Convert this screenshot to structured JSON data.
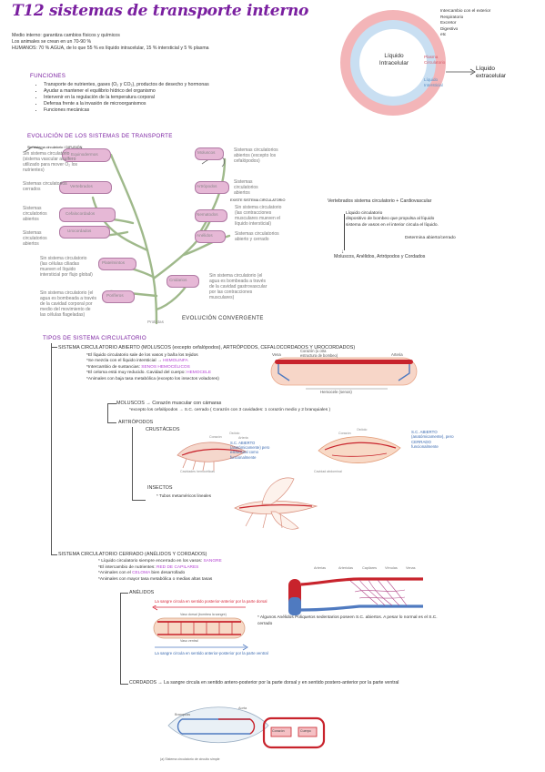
{
  "header": {
    "title": "T12 sistemas de transporte interno",
    "lines": [
      "Medio interno: garantiza cambios físicos y químicos",
      "Los animales se crean en un 70-90 %",
      "HUMANOS: 70 % AGUA, de lo que 55 % es líquido intracelular, 15 % intersticial y 5 % plasma"
    ]
  },
  "cell_diagram": {
    "inner_label": "Líquido\nIntracelular",
    "plasma_label": "Plasma\nCirculatorio",
    "interstitial_label": "Líquido\nIntersticial",
    "exchange_list": [
      "Intercambio con el exterior",
      "Respiratorio",
      "Excretor",
      "Digestivo",
      "etc"
    ],
    "extra_label": "Líquido\nextracelular",
    "colors": {
      "outer": "#f3b5b8",
      "middle": "#c9dff2",
      "inner": "#ffffff"
    }
  },
  "funciones": {
    "title": "FUNCIONES",
    "items": [
      "Transporte de nutrientes, gases (O₂ y CO₂), productos de desecho y hormonas",
      "Ayudar a mantener el equilibrio hídrico del organismo",
      "Intervenir en la regulación de la temperatura corporal",
      "Defensa frente a la invasión de microorganismos",
      "Funciones mecánicas"
    ]
  },
  "evolucion": {
    "title": "EVOLUCIÓN DE LOS SISTEMAS DE TRANSPORTE",
    "note_left": "Sin sistema circulatorio / DIFUSIÓN",
    "note_right": "EXISTE SISTEMA CIRCULATORIO",
    "convergente": "EVOLUCIÓN CONVERGENTE",
    "root": "Protistas",
    "groups": [
      "Equinodermos",
      "Vertebrados",
      "Cefalocordados",
      "Urocordados",
      "Moluscos",
      "Artrópodos",
      "Nematodos",
      "Anélidos",
      "Platelmintos",
      "Poríferos",
      "Cnidarios"
    ],
    "descriptions": [
      "Sin sistema circulatorio\n(sistema vascular acuífero\nutilizado para mover O₂ los\nnutrientes)",
      "Sistemas circulatorios\ncerrados",
      "Sistemas\ncirculatorios\nabiertos",
      "Sistemas\ncirculatorios\nabiertos",
      "Sin sistema circulatorio\n(las células ciliadas\nmueven el líquido\nintersticial por flujo global)",
      "Sin sistema circulatorio (el\nagua es bombeada a través\nde la cavidad corporal por\nmedio del movimiento de\nlas células flageladas)",
      "Sistemas circulatorios\nabiertos (excepto los\ncefalópodos)",
      "Sistemas\ncirculatorios\nabiertos",
      "Sin sistema circulatorio\n(las contracciones\nmusculares mueven el\nlíquido intersticial)",
      "Sistemas circulatorios\nabierto y cerrado",
      "Sin sistema circulatorio (el\nagua es bombeada a través\nde la cavidad gastrovascular\npor las contracciones\nmusculares)"
    ],
    "side_title": "Vertebrados sistema circulatorio + Cardiovascular",
    "side_items": [
      "Líquido circulatorio",
      "dispositivo de bombeo que propulsa al líquido",
      "sistema de vasos en el interior circula el líquido."
    ],
    "side_note": "Determina abierto/cerrado",
    "side_list": "Moluscos, Anélidos, Artrópodos y Cordados"
  },
  "tipos": {
    "title": "TIPOS DE SISTEMA CIRCULATORIO",
    "abierto": {
      "heading": "SISTEMA CIRCULATORIO ABIERTO (MOLUSCOS (excepto cefalópodos), ARTRÓPODOS, CEFALOCORDADOS Y UROCORDADOS)",
      "lines": [
        "*El líquido circulatorio sale de los vasos y baña los tejidos",
        "*Se mezcla con el líquido intersticial → HEMOLINFA",
        "*Intercambio de sustancias: SENOS HEMOCÉLICOS",
        "*El celoma está muy reducido. Cavidad del cuerpo: HEMOCELE",
        "*Animales con baja tasa metabólica (excepto los insectos voladores)"
      ],
      "hl1": "HEMOLINFA",
      "hl2": "SENOS HEMOCÉLICOS",
      "hl3": "HEMOCELE",
      "diagram": {
        "vena": "Vena",
        "corazon": "Corazón (u otra\nestructura de bombeo)",
        "arteria": "Arteria",
        "hemocele": "Hemocele (senos)"
      }
    },
    "moluscos": {
      "line1": "MOLUSCOS → Corazón muscular con cámaras",
      "line2": "*excepto los cefalópodos → S.C. cerrado ( Corazón con 3 cavidades: 1 corazón medio y 2 branquiales )"
    },
    "artropodos": {
      "label": "ARTRÓPODOS",
      "crustaceos": "CRUSTÁCEOS",
      "crust_note": "S.C. ABIERTO (anatómicamente), pero CERRADO funcionalmente",
      "crust_labels": [
        "Corazón",
        "Ostíolo",
        "Arteria",
        "Cavidades hemocélicas",
        "Cavidad abdominal",
        "Corazón",
        "Ostíolo"
      ],
      "insectos": "INSECTOS",
      "ins_note": "* Tubos metaméricos lineales",
      "mid_note": "S.C. ABIERTO (anatómicamente) pero estructural como funcionalmente"
    },
    "cerrado": {
      "heading": "SISTEMA CIRCULATORIO CERRADO (ANÉLIDOS Y CORDADOS)",
      "lines": [
        "* Líquido circulatorio siempre encerrado en los vasos: SANGRE",
        "*El intercambio de nutrientes: RED DE CAPILARES",
        "*Animales con el CELOMA bien desarrollado",
        "*Animales con mayor tasa metabólica o medias altas tasas"
      ],
      "hl1": "SANGRE",
      "hl2": "RED DE CAPILARES",
      "hl3": "CELOMA",
      "vessel_labels": [
        "Arterias",
        "Arteriolas",
        "Capilares",
        "Vénulas",
        "Venas"
      ]
    },
    "anelidos": {
      "label": "ANÉLIDOS",
      "flow_top": "La sangre circula en sentido posterior-anterior por la parte dorsal",
      "flow_bottom": "La sangre circula en sentido anterior-posterior por la parte ventral",
      "worm_labels": [
        "Vaso dorsal (bombea la sangre)",
        "Vaso ventral"
      ],
      "note": "* Algunos Anélidos Poliquetos sedentarios poseen S.C. abiertos. A pesar lo normal es el S.C. cerrado"
    },
    "cordados": {
      "text": "CORDADOS → La sangre circula en sentido antero-posterior por la parte dorsal y en sentido postero-anterior por la parte ventral",
      "fish_labels": [
        "Branquias",
        "Aorta",
        "Corazón",
        "Cuerpo"
      ],
      "caption": "(a) Sistema circulatorio de circuito simple"
    }
  }
}
